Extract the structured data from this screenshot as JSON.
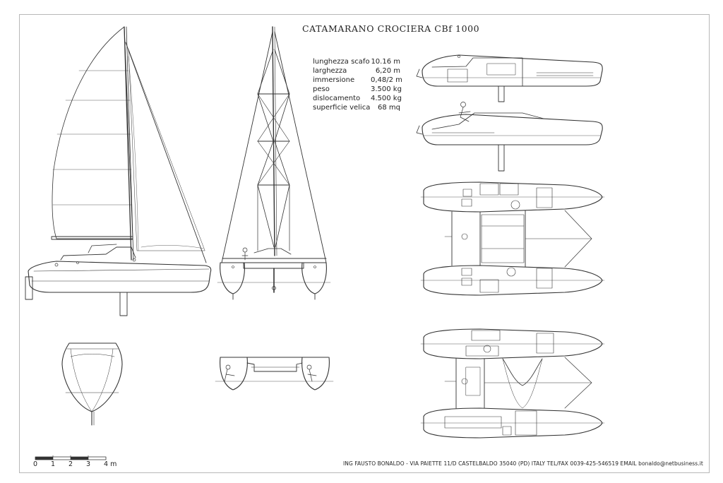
{
  "title": "CATAMARANO CROCIERA CBf 1000",
  "specs": [
    {
      "label": "lunghezza scafo",
      "value": "10.16  m"
    },
    {
      "label": "larghezza",
      "value": "6,20  m"
    },
    {
      "label": "immersione",
      "value": "0,48/2 m"
    },
    {
      "label": "peso",
      "value": "3.500 kg"
    },
    {
      "label": "dislocamento",
      "value": "4.500 kg"
    },
    {
      "label": "superficie velica",
      "value": "68  mq"
    }
  ],
  "scale": {
    "ticks": [
      "0",
      "1",
      "2",
      "3",
      "4 m"
    ]
  },
  "footer": "ING FAUSTO BONALDO - VIA PAIETTE 11/D CASTELBALDO 35040 (PD) ITALY TEL/FAX 0039-425-546519  EMAIL bonaldo@netbusiness.it",
  "colors": {
    "line": "#333333",
    "frame": "#b8b8b8"
  }
}
